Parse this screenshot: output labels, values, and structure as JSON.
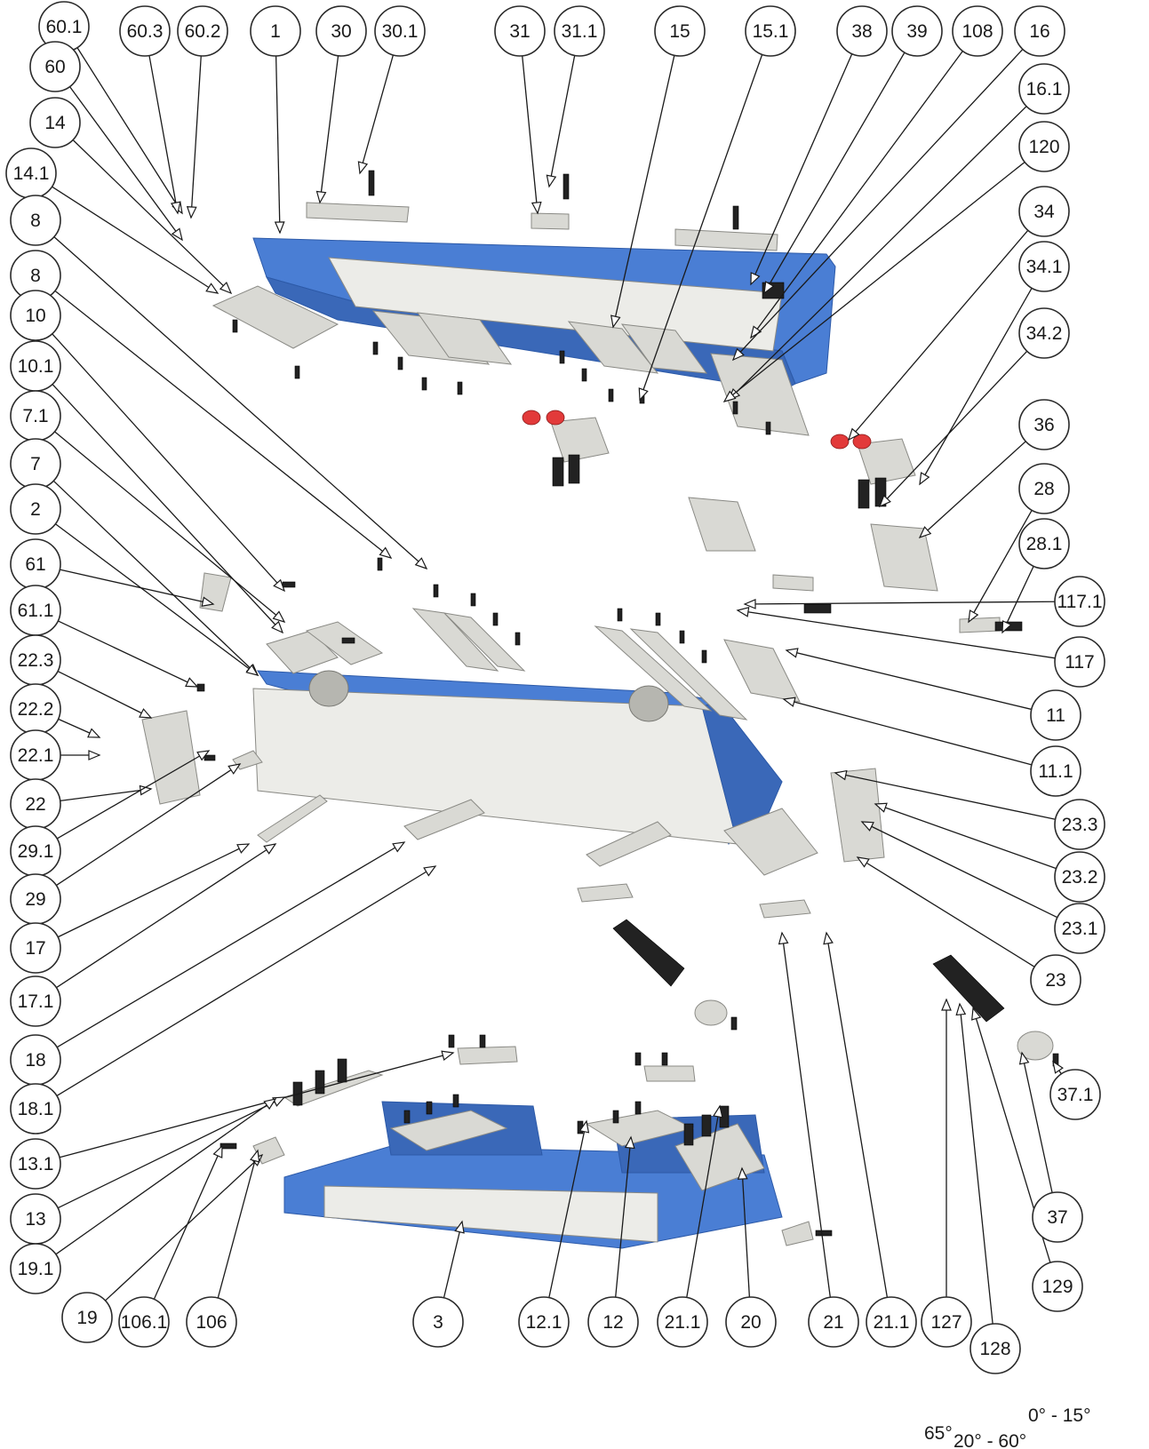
{
  "callouts": [
    {
      "label": "60.1"
    },
    {
      "label": "60.3"
    },
    {
      "label": "60.2"
    },
    {
      "label": "1"
    },
    {
      "label": "30"
    },
    {
      "label": "30.1"
    },
    {
      "label": "31"
    },
    {
      "label": "31.1"
    },
    {
      "label": "15"
    },
    {
      "label": "15.1"
    },
    {
      "label": "38"
    },
    {
      "label": "39"
    },
    {
      "label": "108"
    },
    {
      "label": "16"
    },
    {
      "label": "60"
    },
    {
      "label": "14"
    },
    {
      "label": "16.1"
    },
    {
      "label": "14.1"
    },
    {
      "label": "120"
    },
    {
      "label": "8"
    },
    {
      "label": "34"
    },
    {
      "label": "8"
    },
    {
      "label": "34.1"
    },
    {
      "label": "10"
    },
    {
      "label": "34.2"
    },
    {
      "label": "10.1"
    },
    {
      "label": "36"
    },
    {
      "label": "7.1"
    },
    {
      "label": "7"
    },
    {
      "label": "28"
    },
    {
      "label": "2"
    },
    {
      "label": "28.1"
    },
    {
      "label": "61"
    },
    {
      "label": "117.1"
    },
    {
      "label": "61.1"
    },
    {
      "label": "117"
    },
    {
      "label": "22.3"
    },
    {
      "label": "11"
    },
    {
      "label": "22.2"
    },
    {
      "label": "22.1"
    },
    {
      "label": "11.1"
    },
    {
      "label": "22"
    },
    {
      "label": "23.3"
    },
    {
      "label": "29.1"
    },
    {
      "label": "23.2"
    },
    {
      "label": "29"
    },
    {
      "label": "23.1"
    },
    {
      "label": "17"
    },
    {
      "label": "23"
    },
    {
      "label": "17.1"
    },
    {
      "label": "18"
    },
    {
      "label": "18.1"
    },
    {
      "label": "37.1"
    },
    {
      "label": "13.1"
    },
    {
      "label": "13"
    },
    {
      "label": "37"
    },
    {
      "label": "19.1"
    },
    {
      "label": "129"
    },
    {
      "label": "19"
    },
    {
      "label": "106.1"
    },
    {
      "label": "106"
    },
    {
      "label": "3"
    },
    {
      "label": "12.1"
    },
    {
      "label": "12"
    },
    {
      "label": "21.1"
    },
    {
      "label": "20"
    },
    {
      "label": "21"
    },
    {
      "label": "21.1"
    },
    {
      "label": "127"
    },
    {
      "label": "128"
    }
  ],
  "angle_labels": [
    {
      "text": "0° - 15°"
    },
    {
      "text": "65°"
    },
    {
      "text": "20° - 60°"
    }
  ],
  "colors": {
    "frame_blue": "#4a7ed4",
    "metal": "#d9d9d4",
    "cap_red": "#e23a3a",
    "screw_black": "#222222"
  }
}
